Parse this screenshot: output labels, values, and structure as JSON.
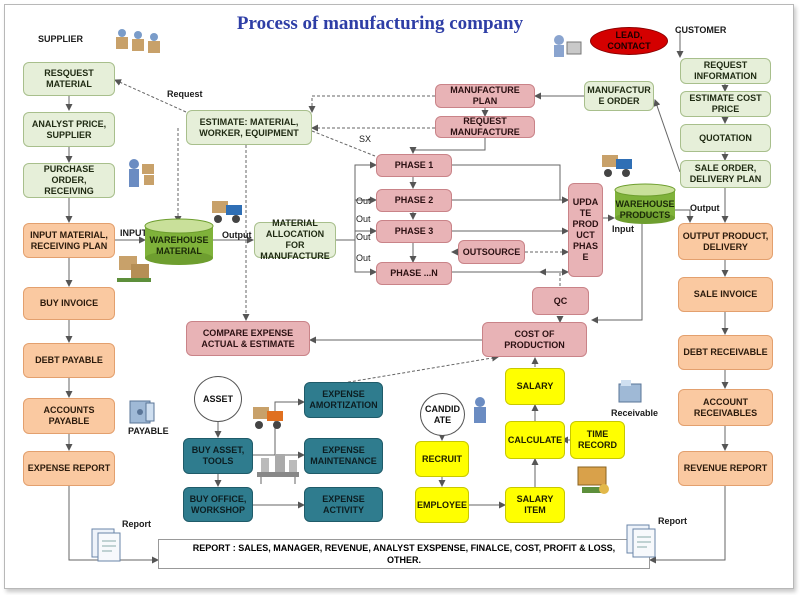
{
  "title": "Process of manufacturing company",
  "labels": {
    "supplier": "SUPPLIER",
    "customer": "CUSTOMER",
    "request": "Request",
    "sx": "SX",
    "input_left": "INPUT",
    "output_left": "Output",
    "out1": "Out",
    "out2": "Out",
    "out3": "Out",
    "out4": "Out",
    "output_right": "Output",
    "input_right": "Input",
    "payable": "PAYABLE",
    "receivable": "Receivable",
    "report_left": "Report",
    "report_right": "Report"
  },
  "boxes": {
    "lead_contact": "LEAD,\nCONTACT",
    "request_material": "RESQUEST\nMATERIAL",
    "analyst_price": "ANALYST PRICE,\nSUPPLIER",
    "purchase_order": "PURCHASE ORDER,\nRECEIVING",
    "input_material": "INPUT MATERIAL,\nRECEIVING PLAN",
    "buy_invoice": "BUY INVOICE",
    "debt_payable": "DEBT PAYABLE",
    "accounts_payable": "ACCOUNTS\nPAYABLE",
    "expense_report": "EXPENSE REPORT",
    "estimate": "ESTIMATE: MATERIAL,\nWORKER, EQUIPMENT",
    "warehouse_material": "WAREHOUSE\nMATERIAL",
    "material_allocation": "MATERIAL\nALLOCATION FOR\nMANUFACTURE",
    "manufacture_plan": "MANUFACTURE PLAN",
    "request_manufacture": "REQUEST\nMANUFACTURE",
    "manufacture_order": "MANUFACTUR\nE ORDER",
    "phase1": "PHASE 1",
    "phase2": "PHASE 2",
    "phase3": "PHASE 3",
    "phasen": "PHASE ...N",
    "outsource": "OUTSOURCE",
    "update_product_phase": "UPDA\nTE\nPROD\nUCT\nPHAS\nE",
    "warehouse_products": "WAREHOUSE\nPRODUCTS",
    "qc": "QC",
    "cost_of_production": "COST OF\nPRODUCTION",
    "compare_expense": "COMPARE EXPENSE\nACTUAL & ESTIMATE",
    "request_information": "REQUEST\nINFORMATION",
    "estimate_cost_price": "ESTIMATE COST\nPRICE",
    "quotation": "QUOTATION",
    "sale_order": "SALE ORDER,\nDELIVERY PLAN",
    "output_product": "OUTPUT PRODUCT,\nDELIVERY",
    "sale_invoice": "SALE INVOICE",
    "debt_receivable": "DEBT RECEIVABLE",
    "account_receivables": "ACCOUNT\nRECEIVABLES",
    "revenue_report": "REVENUE REPORT",
    "asset": "ASSET",
    "buy_asset": "BUY ASSET,\nTOOLS",
    "buy_office": "BUY OFFICE,\nWORKSHOP",
    "expense_amortization": "EXPENSE\nAMORTIZATION",
    "expense_maintenance": "EXPENSE\nMAINTENANCE",
    "expense_activity": "EXPENSE\nACTIVITY",
    "candidate": "CANDID\nATE",
    "recruit": "RECRUIT",
    "employee": "EMPLOYEE",
    "salary": "SALARY",
    "calculate": "CALCULATE",
    "time_record": "TIME\nRECORD",
    "salary_item": "SALARY\nITEM",
    "report_bottom": "REPORT : SALES, MANAGER, REVENUE, ANALYST EXSPENSE, FINALCE, COST, PROFIT & LOSS,\nOTHER."
  },
  "icons": [
    "workers-icon",
    "worker-icon",
    "customer-delivery-icon",
    "forklift-icon",
    "boxes-cart-icon",
    "assembly-line-icon",
    "open-safe-icon",
    "folder-icon",
    "computer-money-icon",
    "document-report-icon"
  ],
  "colors": {
    "title": "#2e3ea6",
    "green_box": "#e6efd9",
    "orange_box": "#fac9a1",
    "pink_box": "#e8b3b6",
    "yellow_box": "#ffff00",
    "teal_box": "#2f7c8e",
    "lead_ellipse": "#d40000",
    "warehouse_cylinder": "#7fb23a"
  }
}
